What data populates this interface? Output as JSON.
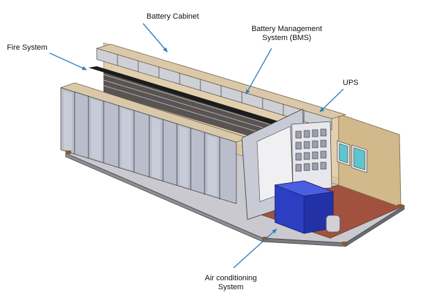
{
  "labels": {
    "battery_cabinet": "Battery Cabinet",
    "fire_system": "Fire System",
    "bms_line1": "Battery Management",
    "bms_line2": "System (BMS)",
    "ups": "UPS",
    "air_line1": "Air conditioning",
    "air_line2": "System"
  },
  "colors": {
    "arrow": "#2f7ec0",
    "cabinet_face": "#b9bdcc",
    "cabinet_top": "#d9c9a8",
    "wall": "#d8c39c",
    "floor": "#a0523f",
    "ac_unit": "#2c3fc2",
    "fire_strip": "#1c1c1c",
    "window": "#5fc6cf"
  },
  "icons": [
    "arrow-icon"
  ]
}
